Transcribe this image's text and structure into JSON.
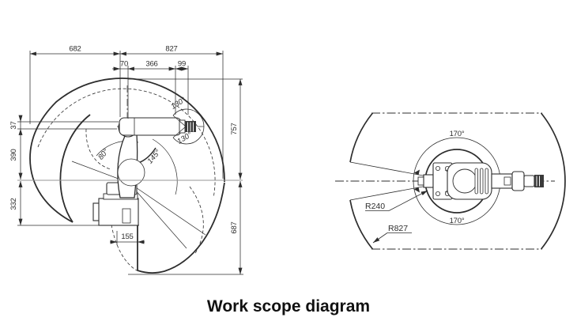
{
  "title": "Work scope diagram",
  "colors": {
    "line": "#2d2d2d",
    "reference_line": "#969696",
    "background": "#ffffff",
    "dark_fill": "#3a3a3a"
  },
  "side_view": {
    "label": "side view work envelope",
    "dimensions": {
      "reach_left": "682",
      "reach_right": "827",
      "offset_center": "70",
      "arm_length": "366",
      "wrist_length": "99",
      "height_above": "757",
      "depth_below": "687",
      "wrist_offset": "37",
      "shoulder_height": "390",
      "base_height": "332",
      "base_width": "155"
    },
    "angles": {
      "wrist_upper": "130°",
      "wrist_lower": "130°",
      "arm_back": "80°",
      "arm_forward": "145°"
    }
  },
  "top_view": {
    "label": "top view rotation range",
    "angles": {
      "rotation_upper": "170°",
      "rotation_lower": "170°"
    },
    "radii": {
      "inner": "R240",
      "outer": "R827"
    }
  }
}
